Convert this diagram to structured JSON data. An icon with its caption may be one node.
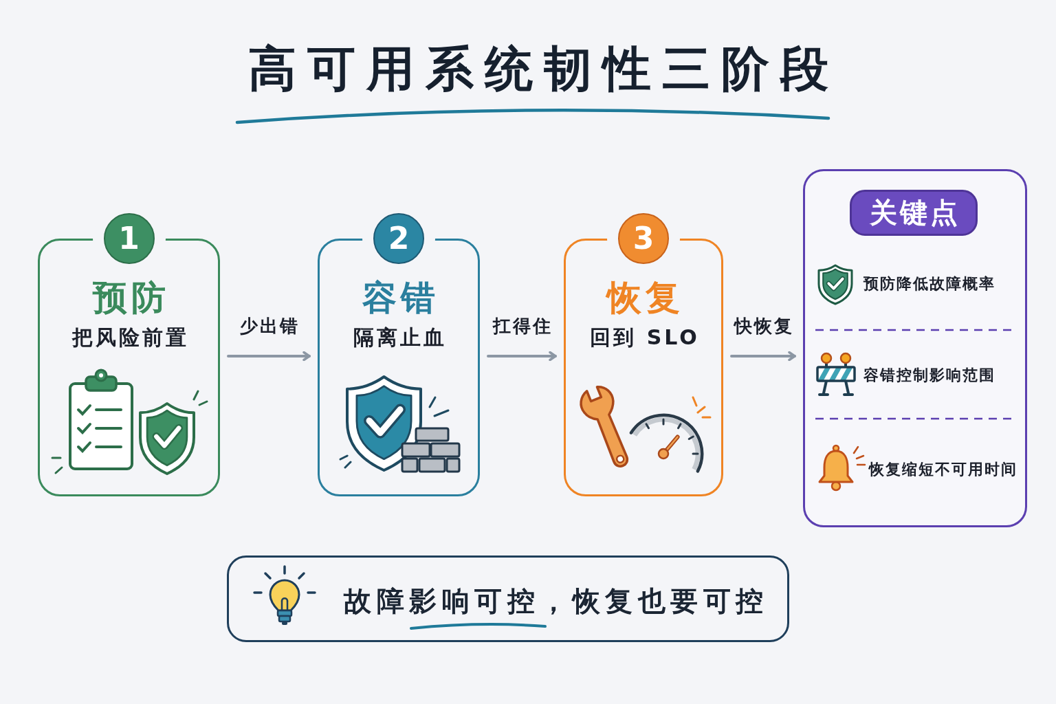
{
  "diagram": {
    "title": "高可用系统韧性三阶段",
    "nodes": [
      {
        "text": [
          "1",
          "预防",
          "把风险前置"
        ]
      },
      {
        "text": [
          "2",
          "容错",
          "隔离止血"
        ]
      },
      {
        "text": [
          "3",
          "恢复",
          "回到 SLO"
        ]
      },
      {
        "text": [
          "预防降低故障概率",
          "容错控制影响范围",
          "恢复缩短不可用时间"
        ]
      },
      {
        "text": [
          "关键点"
        ],
        "in": 3
      },
      {
        "text": [
          "故障影响可控，恢复也要可控"
        ]
      }
    ],
    "edges": [
      {
        "from": 0,
        "to": 1,
        "arrow": "to",
        "label": "少出错"
      },
      {
        "from": 1,
        "to": 2,
        "arrow": "to",
        "label": "扛得住"
      },
      {
        "from": 2,
        "to": 3,
        "arrow": "to",
        "label": "快恢复"
      }
    ]
  }
}
